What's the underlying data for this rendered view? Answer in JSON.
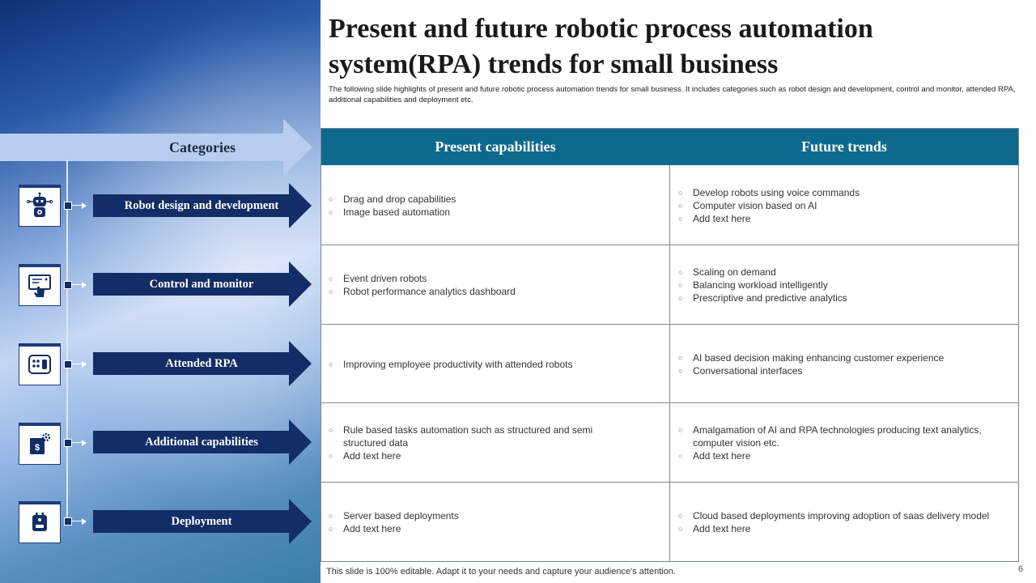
{
  "title": "Present and future robotic process automation system(RPA) trends for small business",
  "subtitle": "The following slide highlights of present and future robotic process automation trends for small business. It includes categories such as robot design and development, control and monitor, attended RPA, additional capabilities and deployment etc.",
  "categories_header": "Categories",
  "table": {
    "headers": [
      "Present capabilities",
      "Future trends"
    ],
    "rows": [
      {
        "category": "Robot design and development",
        "icon": "robot-icon",
        "present": [
          "Drag and drop capabilities",
          "Image based automation"
        ],
        "future": [
          "Develop  robots using voice  commands",
          "Computer  vision  based on AI",
          "Add text here"
        ]
      },
      {
        "category": "Control  and monitor",
        "icon": "monitor-hand-icon",
        "present": [
          "Event  driven  robots",
          "Robot performance  analytics dashboard"
        ],
        "future": [
          "Scaling on demand",
          "Balancing workload intelligently",
          "Prescriptive  and predictive  analytics"
        ]
      },
      {
        "category": "Attended RPA",
        "icon": "control-panel-icon",
        "present": [
          "Improving  employee productivity with attended robots"
        ],
        "future": [
          "AI based decision making enhancing customer experience",
          "Conversational  interfaces"
        ]
      },
      {
        "category": "Additional  capabilities",
        "icon": "money-gear-icon",
        "present": [
          "Rule based tasks automation such as structured and semi structured data",
          "Add text here"
        ],
        "future": [
          "Amalgamation of AI and RPA technologies producing text analytics, computer vision etc.",
          "Add text here"
        ]
      },
      {
        "category": "Deployment",
        "icon": "deployment-device-icon",
        "present": [
          "Server  based deployments",
          "Add text here"
        ],
        "future": [
          "Cloud based deployments improving  adoption of saas delivery model",
          "Add text here"
        ]
      }
    ]
  },
  "footer": "This slide is 100% editable. Adapt it to your needs and capture your audience's attention.",
  "page_number": "6",
  "colors": {
    "header_teal": "#0e6a8c",
    "category_navy": "#132d66",
    "panel_dark_blue": "#0e3175",
    "border_gray": "#7e8696"
  }
}
